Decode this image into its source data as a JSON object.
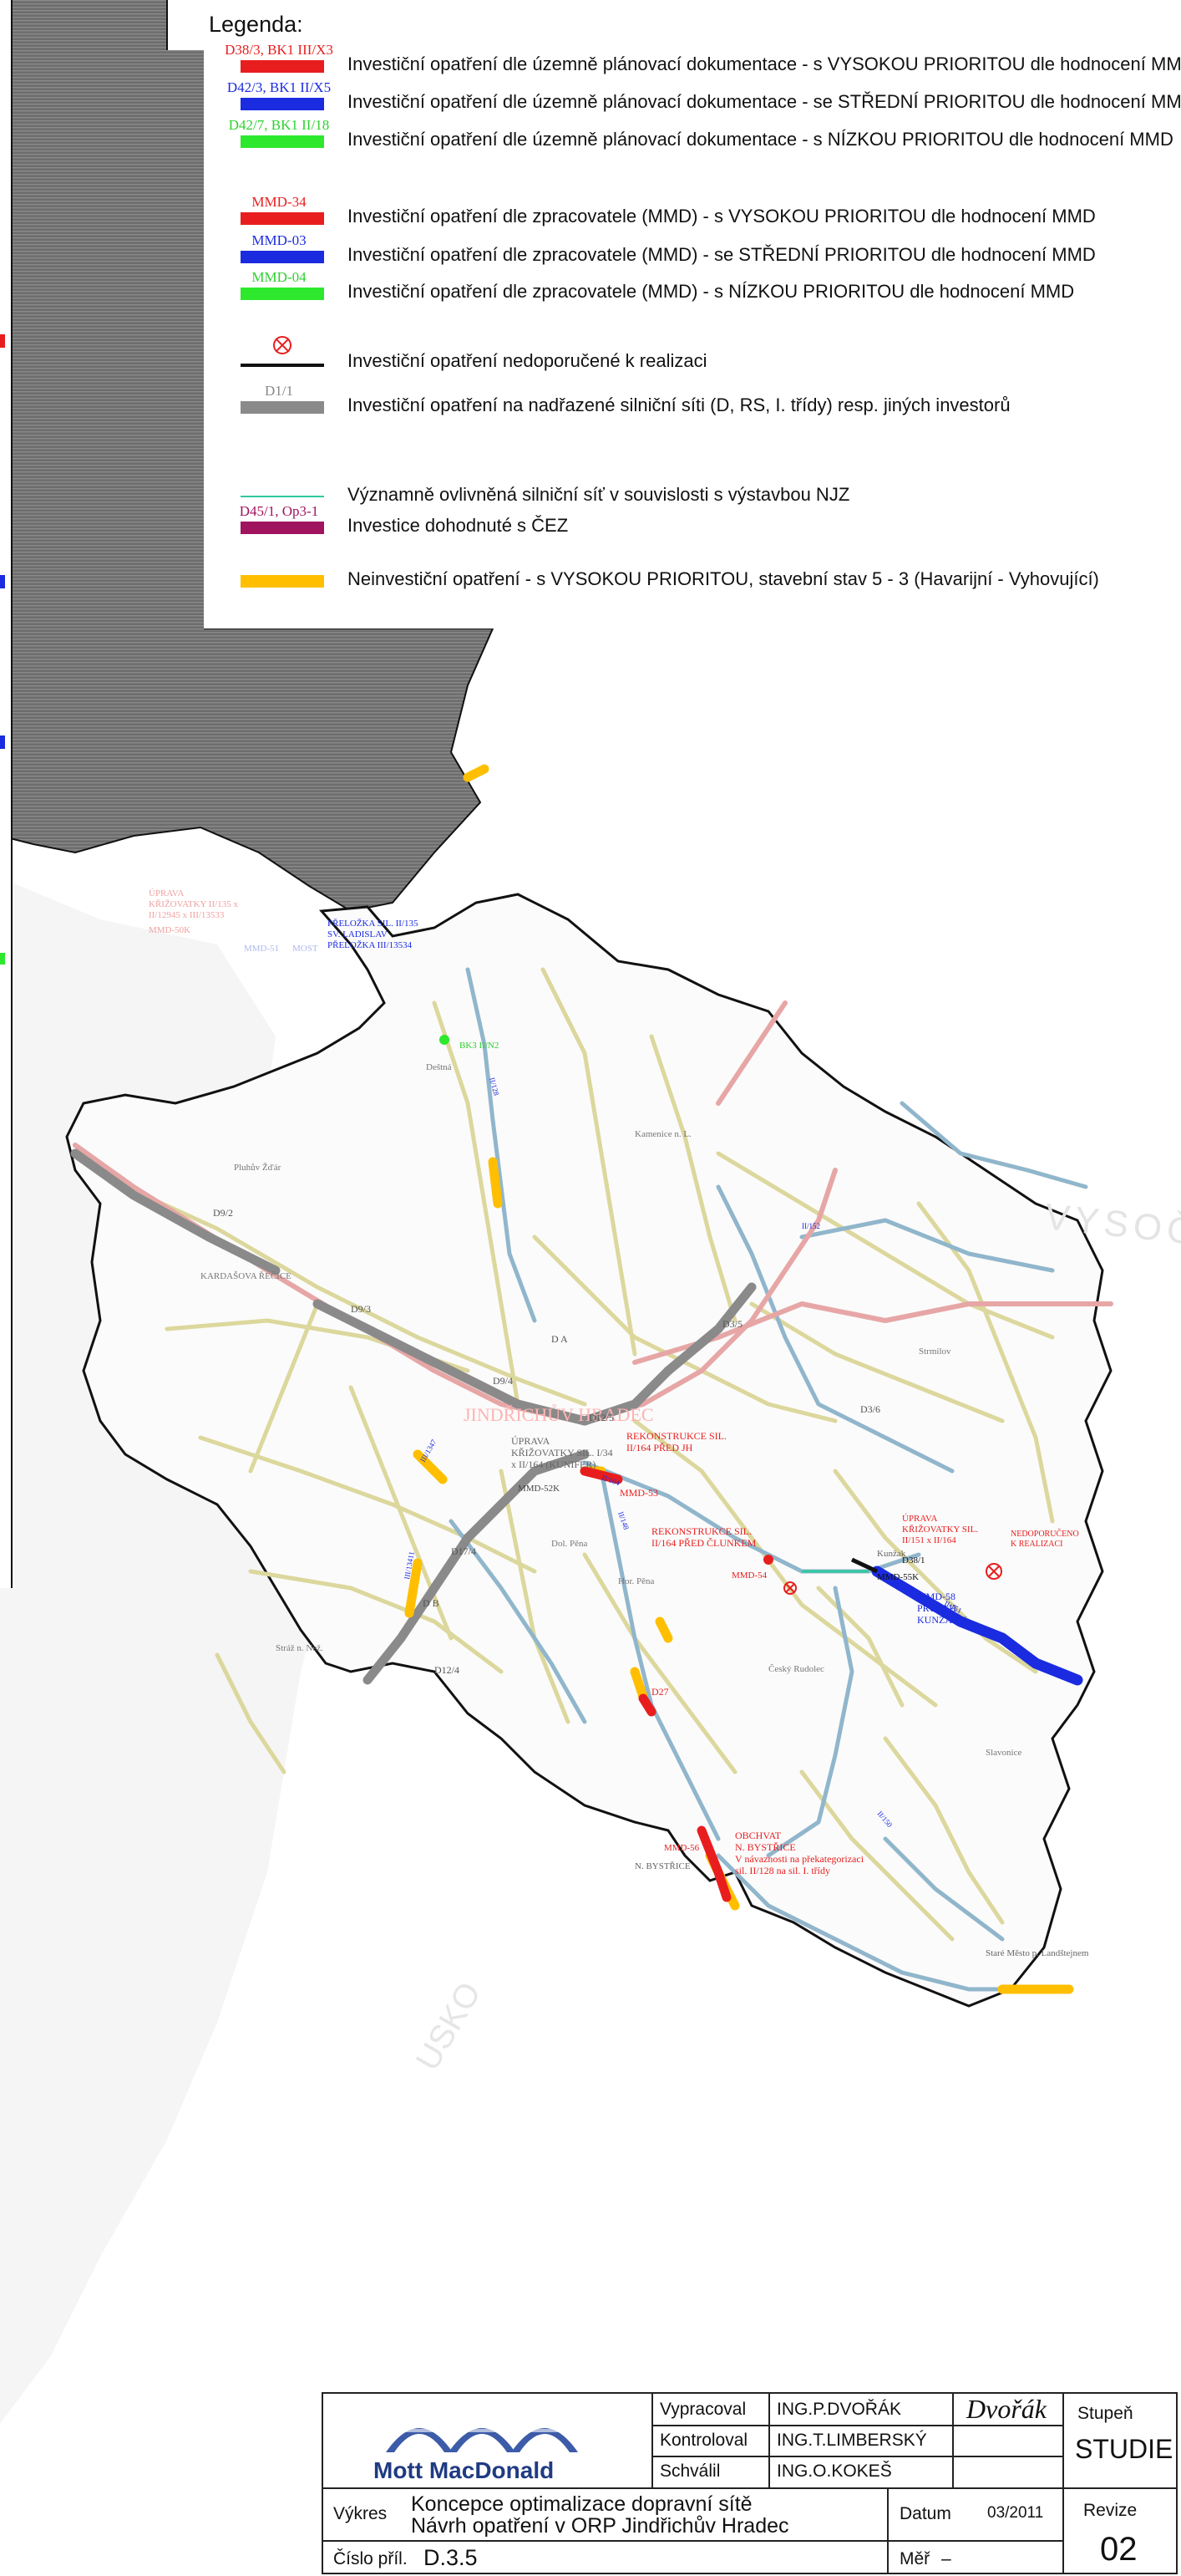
{
  "legend": {
    "title": "Legenda:",
    "items": [
      {
        "code": "D38/3, BK1 III/X3",
        "code_color": "#e81e1e",
        "swatch": "#e81e1e",
        "text_before": "Investiční opatření dle územně plánovací dokumentace - s ",
        "text_bold": "VYSOKOU PRIORITOU",
        "text_after": " dle hodnocení MMD"
      },
      {
        "code": "D42/3, BK1 II/X5",
        "code_color": "#1a2be0",
        "swatch": "#1a2be0",
        "text_before": "Investiční opatření dle územně plánovací dokumentace - se ",
        "text_bold": "STŘEDNÍ PRIORITOU",
        "text_after": " dle hodnocení MMD"
      },
      {
        "code": "D42/7, BK1 II/18",
        "code_color": "#2ed12e",
        "swatch": "#2ee82e",
        "text_before": "Investiční opatření dle územně plánovací dokumentace - s ",
        "text_bold": "NÍZKOU PRIORITOU",
        "text_after": " dle hodnocení MMD"
      },
      {
        "code": "MMD-34",
        "code_color": "#e81e1e",
        "swatch": "#e81e1e",
        "text_before": "Investiční opatření dle zpracovatele (MMD) - s ",
        "text_bold": "VYSOKOU PRIORITOU",
        "text_after": " dle hodnocení MMD"
      },
      {
        "code": "MMD-03",
        "code_color": "#1a2be0",
        "swatch": "#1a2be0",
        "text_before": "Investiční opatření dle zpracovatele (MMD) - se ",
        "text_bold": "STŘEDNÍ PRIORITOU",
        "text_after": " dle hodnocení MMD"
      },
      {
        "code": "MMD-04",
        "code_color": "#2ed12e",
        "swatch": "#2ee82e",
        "text_before": "Investiční opatření dle zpracovatele (MMD) - s ",
        "text_bold": "NÍZKOU PRIORITOU",
        "text_after": " dle hodnocení MMD"
      },
      {
        "code": "",
        "code_color": "#e81e1e",
        "swatch": "#111111",
        "text_before": "Investiční opatření nedoporučené k realizaci",
        "text_bold": "",
        "text_after": ""
      },
      {
        "code": "D1/1",
        "code_color": "#888888",
        "swatch": "#8a8a8a",
        "text_before": "Investiční opatření na nadřazené silniční síti (D, RS, I. třídy) resp. jiných investorů",
        "text_bold": "",
        "text_after": ""
      },
      {
        "code": "",
        "code_color": "#111111",
        "swatch": "#2ec9a0",
        "text_before": "Významně ovlivněná silniční síť v souvislosti s výstavbou NJZ",
        "text_bold": "",
        "text_after": ""
      },
      {
        "code": "D45/1, Op3-1",
        "code_color": "#a0135e",
        "swatch": "#a0135e",
        "text_before": "Investice dohodnuté s ČEZ",
        "text_bold": "",
        "text_after": ""
      },
      {
        "code": "",
        "code_color": "#111111",
        "swatch": "#ffbf00",
        "text_before": "Neinvestiční opatření - s ",
        "text_bold": "VYSOKOU PRIORITOU",
        "text_after": ", stavební stav 5 - 3 (Havarijní - Vyhovující)"
      }
    ]
  },
  "map": {
    "region_watermark": "VYSOČI",
    "south_watermark": "USKO",
    "place_labels": [
      {
        "id": "jindrichuv-hradec",
        "text": "JINDŘICHŮV HRADEC",
        "color": "#ffb3b3"
      },
      {
        "id": "kunzak",
        "text": "Kunžak",
        "color": "#666666"
      },
      {
        "id": "nova-bystrice",
        "text": "N. BYSTŘICE",
        "color": "#666666"
      },
      {
        "id": "ceske-velenice-area",
        "text": "Staré Město p. Landštejnem",
        "color": "#666666"
      },
      {
        "id": "kardasova-recice",
        "text": "KARDAŠOVA ŘEČICE",
        "color": "#777777"
      },
      {
        "id": "strmilov",
        "text": "Strmilov",
        "color": "#777777"
      },
      {
        "id": "dolni-pena",
        "text": "Dol. Pěna",
        "color": "#777777"
      },
      {
        "id": "horni-pena",
        "text": "Hor. Pěna",
        "color": "#777777"
      },
      {
        "id": "cesky-rudolec",
        "text": "Český Rudolec",
        "color": "#777777"
      },
      {
        "id": "slavonice",
        "text": "Slavonice",
        "color": "#777777"
      },
      {
        "id": "straz-nad-nez",
        "text": "Stráž n. Než.",
        "color": "#777777"
      },
      {
        "id": "kamenice",
        "text": "Kamenice n. L.",
        "color": "#777777"
      },
      {
        "id": "pluhuv-zdar",
        "text": "Pluhův Žďár",
        "color": "#777777"
      },
      {
        "id": "deštná",
        "text": "Deštná",
        "color": "#777777"
      }
    ],
    "road_codes": [
      {
        "id": "r-d12-5",
        "text": "D12/5",
        "color": "#555555"
      },
      {
        "id": "r-d3-5",
        "text": "D3/5",
        "color": "#555555"
      },
      {
        "id": "r-d3-6",
        "text": "D3/6",
        "color": "#555555"
      },
      {
        "id": "r-d9-2",
        "text": "D9/2",
        "color": "#555555"
      },
      {
        "id": "r-d9-3",
        "text": "D9/3",
        "color": "#555555"
      },
      {
        "id": "r-d9-4",
        "text": "D9/4",
        "color": "#555555"
      },
      {
        "id": "r-d12-4",
        "text": "D12/4",
        "color": "#555555"
      },
      {
        "id": "r-d17-4",
        "text": "D17/4",
        "color": "#555555"
      },
      {
        "id": "r-da",
        "text": "D A",
        "color": "#555555"
      },
      {
        "id": "r-db",
        "text": "D B",
        "color": "#555555"
      },
      {
        "id": "r-d38-1",
        "text": "D38/1",
        "color": "#111111"
      },
      {
        "id": "r-d27",
        "text": "D27",
        "color": "#e81e1e"
      },
      {
        "id": "r-bk3",
        "text": "BK3 II/N2",
        "color": "#2ed12e"
      },
      {
        "id": "r-ii164",
        "text": "II/164",
        "color": "#1a2be0"
      },
      {
        "id": "r-ii128",
        "text": "II/128",
        "color": "#1a2be0"
      },
      {
        "id": "r-ii151",
        "text": "II/151",
        "color": "#1a2be0"
      },
      {
        "id": "r-ii150",
        "text": "II/150",
        "color": "#1a2be0"
      },
      {
        "id": "r-ii148",
        "text": "II/148",
        "color": "#1a2be0"
      },
      {
        "id": "r-ii152",
        "text": "II/152",
        "color": "#1a2be0"
      },
      {
        "id": "r-iii1347",
        "text": "III/1347",
        "color": "#1a2be0"
      },
      {
        "id": "r-iii13411",
        "text": "III/13411",
        "color": "#1a2be0"
      }
    ],
    "annotations": [
      {
        "id": "a-prelozka",
        "lines": [
          "PŘELOŽKA SIL. II/135",
          "SV. LADISLAV",
          "PŘELOŽKA III/13534"
        ],
        "color": "#1a2be0"
      },
      {
        "id": "a-rekonstrukce-164",
        "lines": [
          "REKONSTRUKCE SIL.",
          "II/164 PŘED JH"
        ],
        "color": "#e81e1e"
      },
      {
        "id": "a-mmd53",
        "lines": [
          "MMD-53"
        ],
        "color": "#e81e1e"
      },
      {
        "id": "a-uprava-134",
        "lines": [
          "ÚPRAVA",
          "KŘIŽOVATKY SIL. I/34",
          "x II/164 (KUNIFER)"
        ],
        "color": "#666666"
      },
      {
        "id": "a-mmd52k",
        "lines": [
          "MMD-52K"
        ],
        "color": "#444444"
      },
      {
        "id": "a-rekonstrukce-clunek",
        "lines": [
          "REKONSTRUKCE SIL.",
          "II/164 PŘED ČLUNKEM"
        ],
        "color": "#e81e1e"
      },
      {
        "id": "a-mmd54",
        "lines": [
          "MMD-54"
        ],
        "color": "#e81e1e"
      },
      {
        "id": "a-uprava-151",
        "lines": [
          "ÚPRAVA",
          "KŘIŽOVATKY SIL.",
          "II/151 x II/164"
        ],
        "color": "#e81e1e"
      },
      {
        "id": "a-mmd55k",
        "lines": [
          "MMD-55K"
        ],
        "color": "#111111"
      },
      {
        "id": "a-nedoporuceno",
        "lines": [
          "NEDOPORUČENO",
          "K REALIZACI"
        ],
        "color": "#e81e1e"
      },
      {
        "id": "a-mmd58",
        "lines": [
          "MMD-58",
          "PRŮTAH",
          "KUNŽAKU"
        ],
        "color": "#1a2be0"
      },
      {
        "id": "a-mmd56",
        "lines": [
          "MMD-56"
        ],
        "color": "#e81e1e"
      },
      {
        "id": "a-obchvat",
        "lines": [
          "OBCHVAT",
          "N. BYSTŘICE",
          "V návaznosti na překategorizaci",
          "sil. II/128 na sil. I. třídy"
        ],
        "color": "#e81e1e"
      },
      {
        "id": "a-uprava-west",
        "lines": [
          "ÚPRAVA",
          "KŘIŽOVATKY II/135 x",
          "II/12945 x III/13533"
        ],
        "color": "#f0a0a0"
      },
      {
        "id": "a-mmd50k",
        "lines": [
          "MMD-50K"
        ],
        "color": "#f0a0a0"
      },
      {
        "id": "a-mmd51",
        "lines": [
          "MMD-51"
        ],
        "color": "#b0b8f0"
      },
      {
        "id": "a-most",
        "lines": [
          "MOST"
        ],
        "color": "#b0b8f0"
      }
    ]
  },
  "titleblock": {
    "company": "Mott MacDonald",
    "rows": [
      {
        "label": "Vypracoval",
        "value": "ING.P.DVOŘÁK"
      },
      {
        "label": "Kontroloval",
        "value": "ING.T.LIMBERSKÝ"
      },
      {
        "label": "Schválil",
        "value": "ING.O.KOKEŠ"
      }
    ],
    "signature": "Dvořák",
    "stage_label": "Stupeň",
    "stage_value": "STUDIE",
    "vykres_label": "Výkres",
    "title_line1": "Koncepce optimalizace dopravní sítě",
    "title_line2": "Návrh opatření v ORP Jindřichův Hradec",
    "date_label": "Datum",
    "date_value": "03/2011",
    "revision_label": "Revize",
    "revision_value": "02",
    "appendix_label": "Číslo příl.",
    "appendix_value": "D.3.5",
    "scale_label": "Měř",
    "scale_value": "–"
  },
  "colors": {
    "high": "#e81e1e",
    "medium": "#1a2be0",
    "low": "#2ee82e",
    "superior": "#8a8a8a",
    "nonrecommended": "#111111",
    "njz": "#2ec9a0",
    "cez": "#a0135e",
    "noninvest": "#ffbf00",
    "region_border": "#111111",
    "minor_road": "#d9d59a",
    "river_road": "#8fb5cc",
    "outside": "#6b6b6b"
  }
}
